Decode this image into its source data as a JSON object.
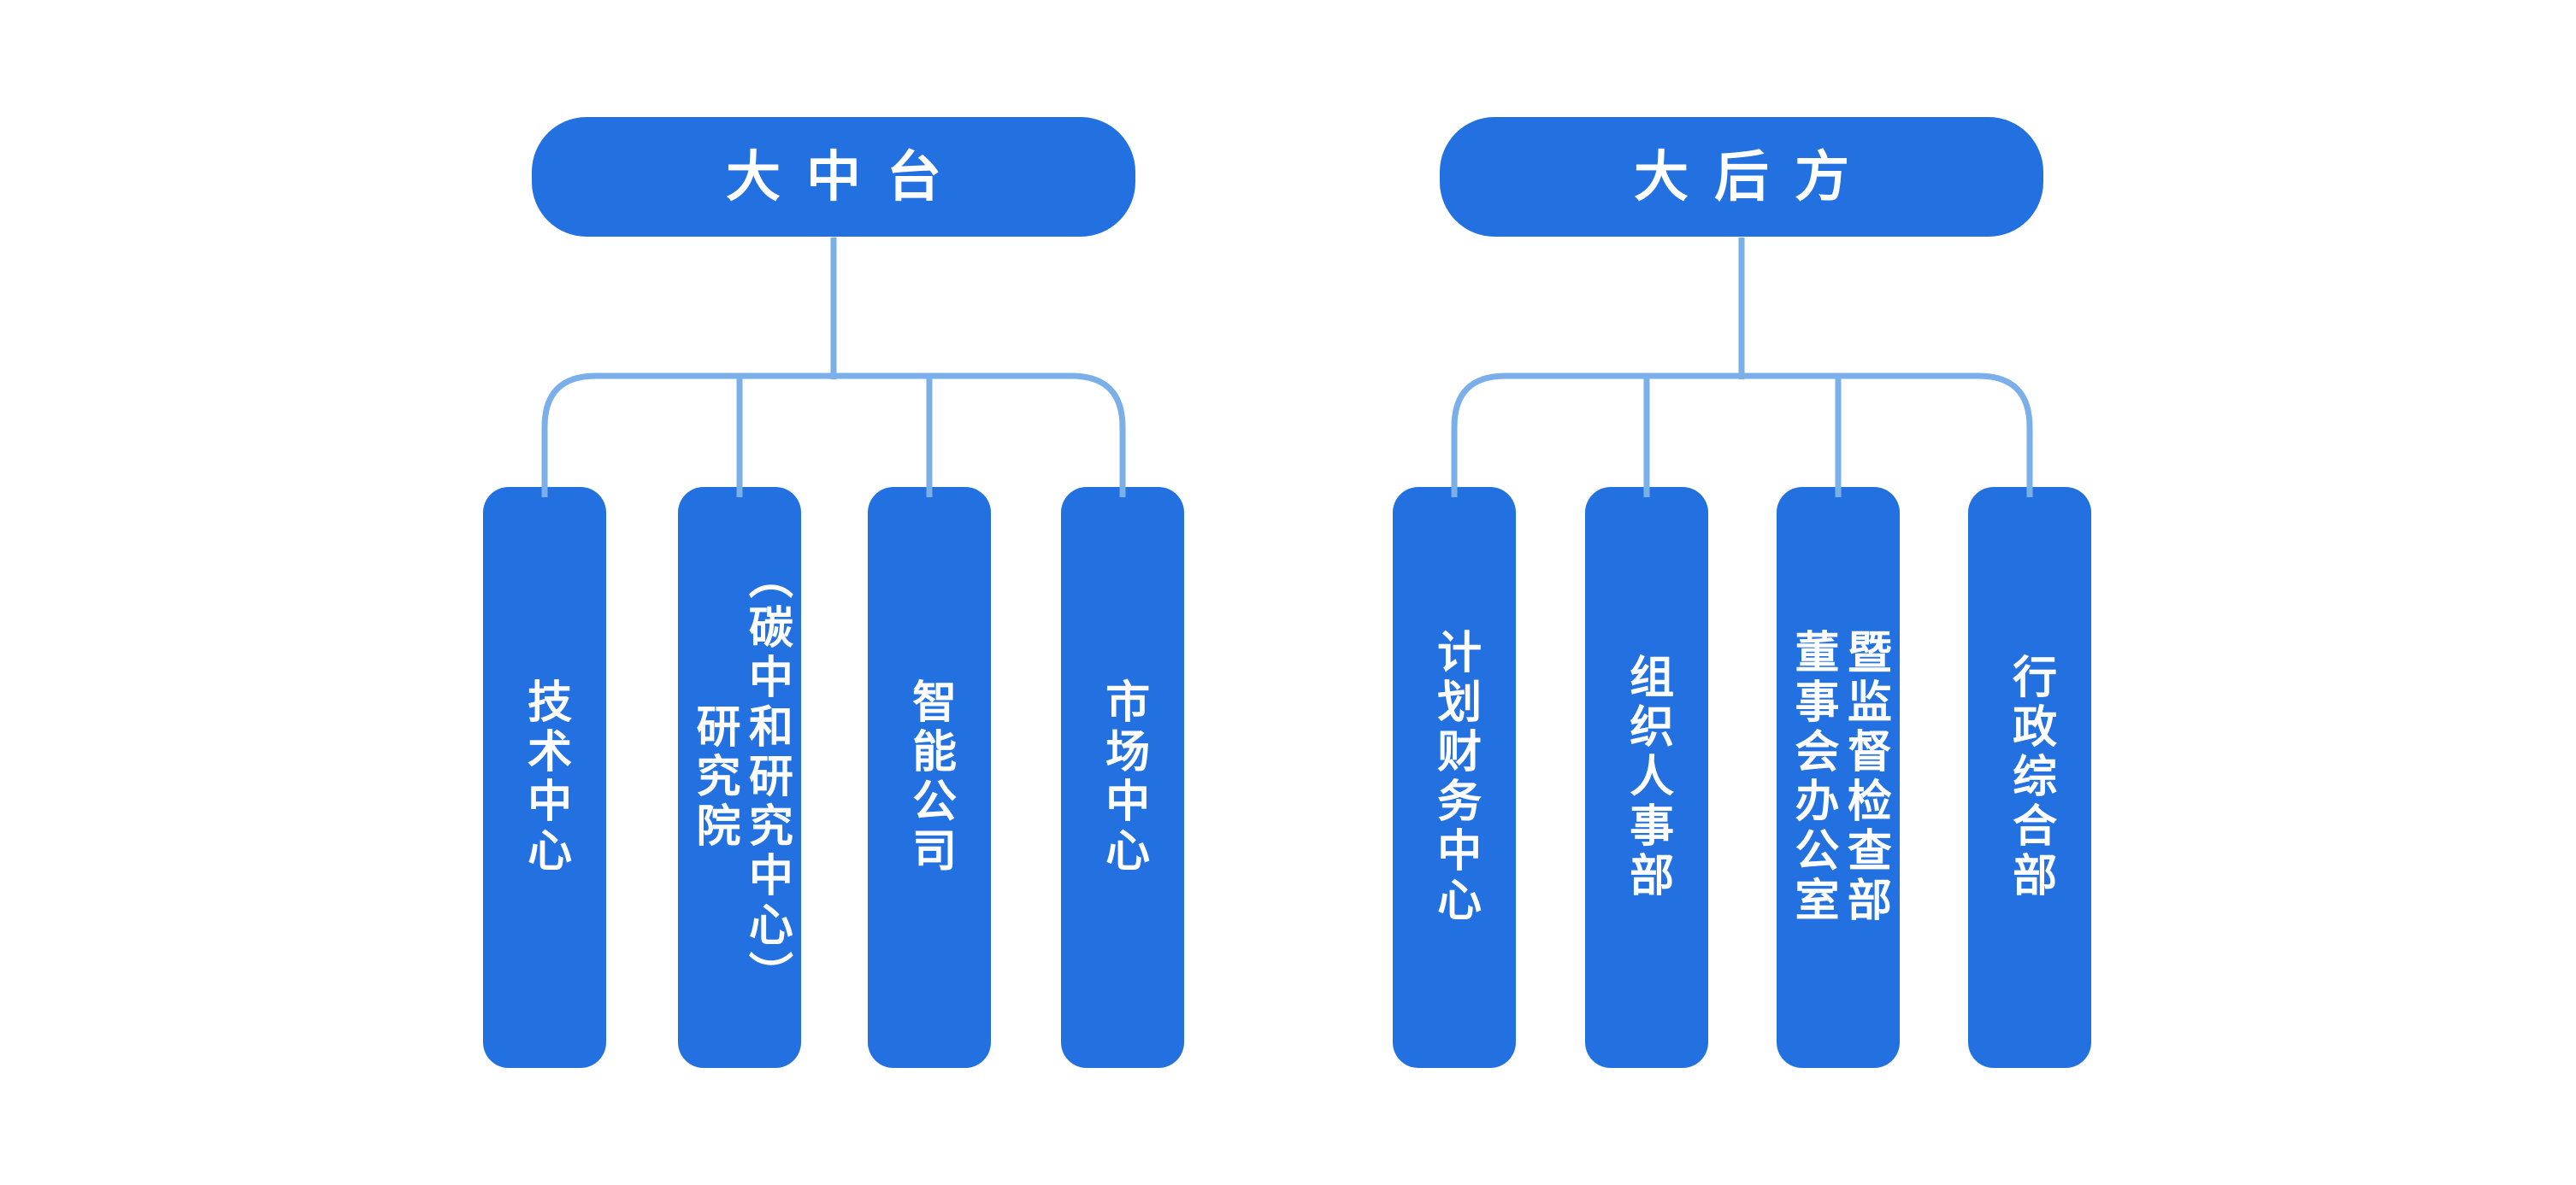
{
  "diagram": {
    "type": "org-chart",
    "background": "#FFFFFF",
    "colors": {
      "node_fill": "#2370E0",
      "connector": "#7AAFE9",
      "text": "#FFFFFF"
    },
    "groups": [
      {
        "title": "大中台",
        "children": [
          {
            "label": "技术中心"
          },
          {
            "label": "研究院\n（碳中和研究中心）"
          },
          {
            "label": "智能公司"
          },
          {
            "label": "市场中心"
          }
        ]
      },
      {
        "title": "大后方",
        "children": [
          {
            "label": "计划财务中心"
          },
          {
            "label": "组织人事部"
          },
          {
            "label": "董事会办公室\n暨监督检查部"
          },
          {
            "label": "行政综合部"
          }
        ]
      }
    ]
  }
}
